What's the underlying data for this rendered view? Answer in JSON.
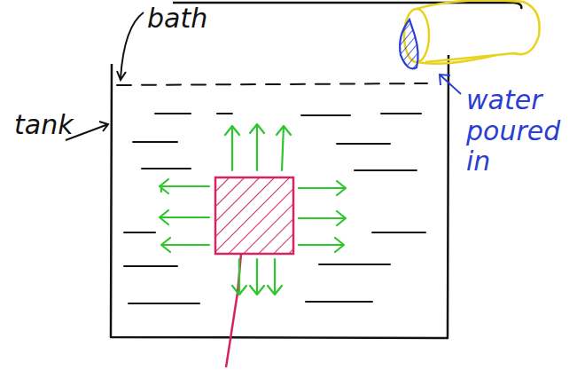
{
  "diagram": {
    "labels": [
      "bath",
      "tank",
      "water poured in"
    ]
  }
}
